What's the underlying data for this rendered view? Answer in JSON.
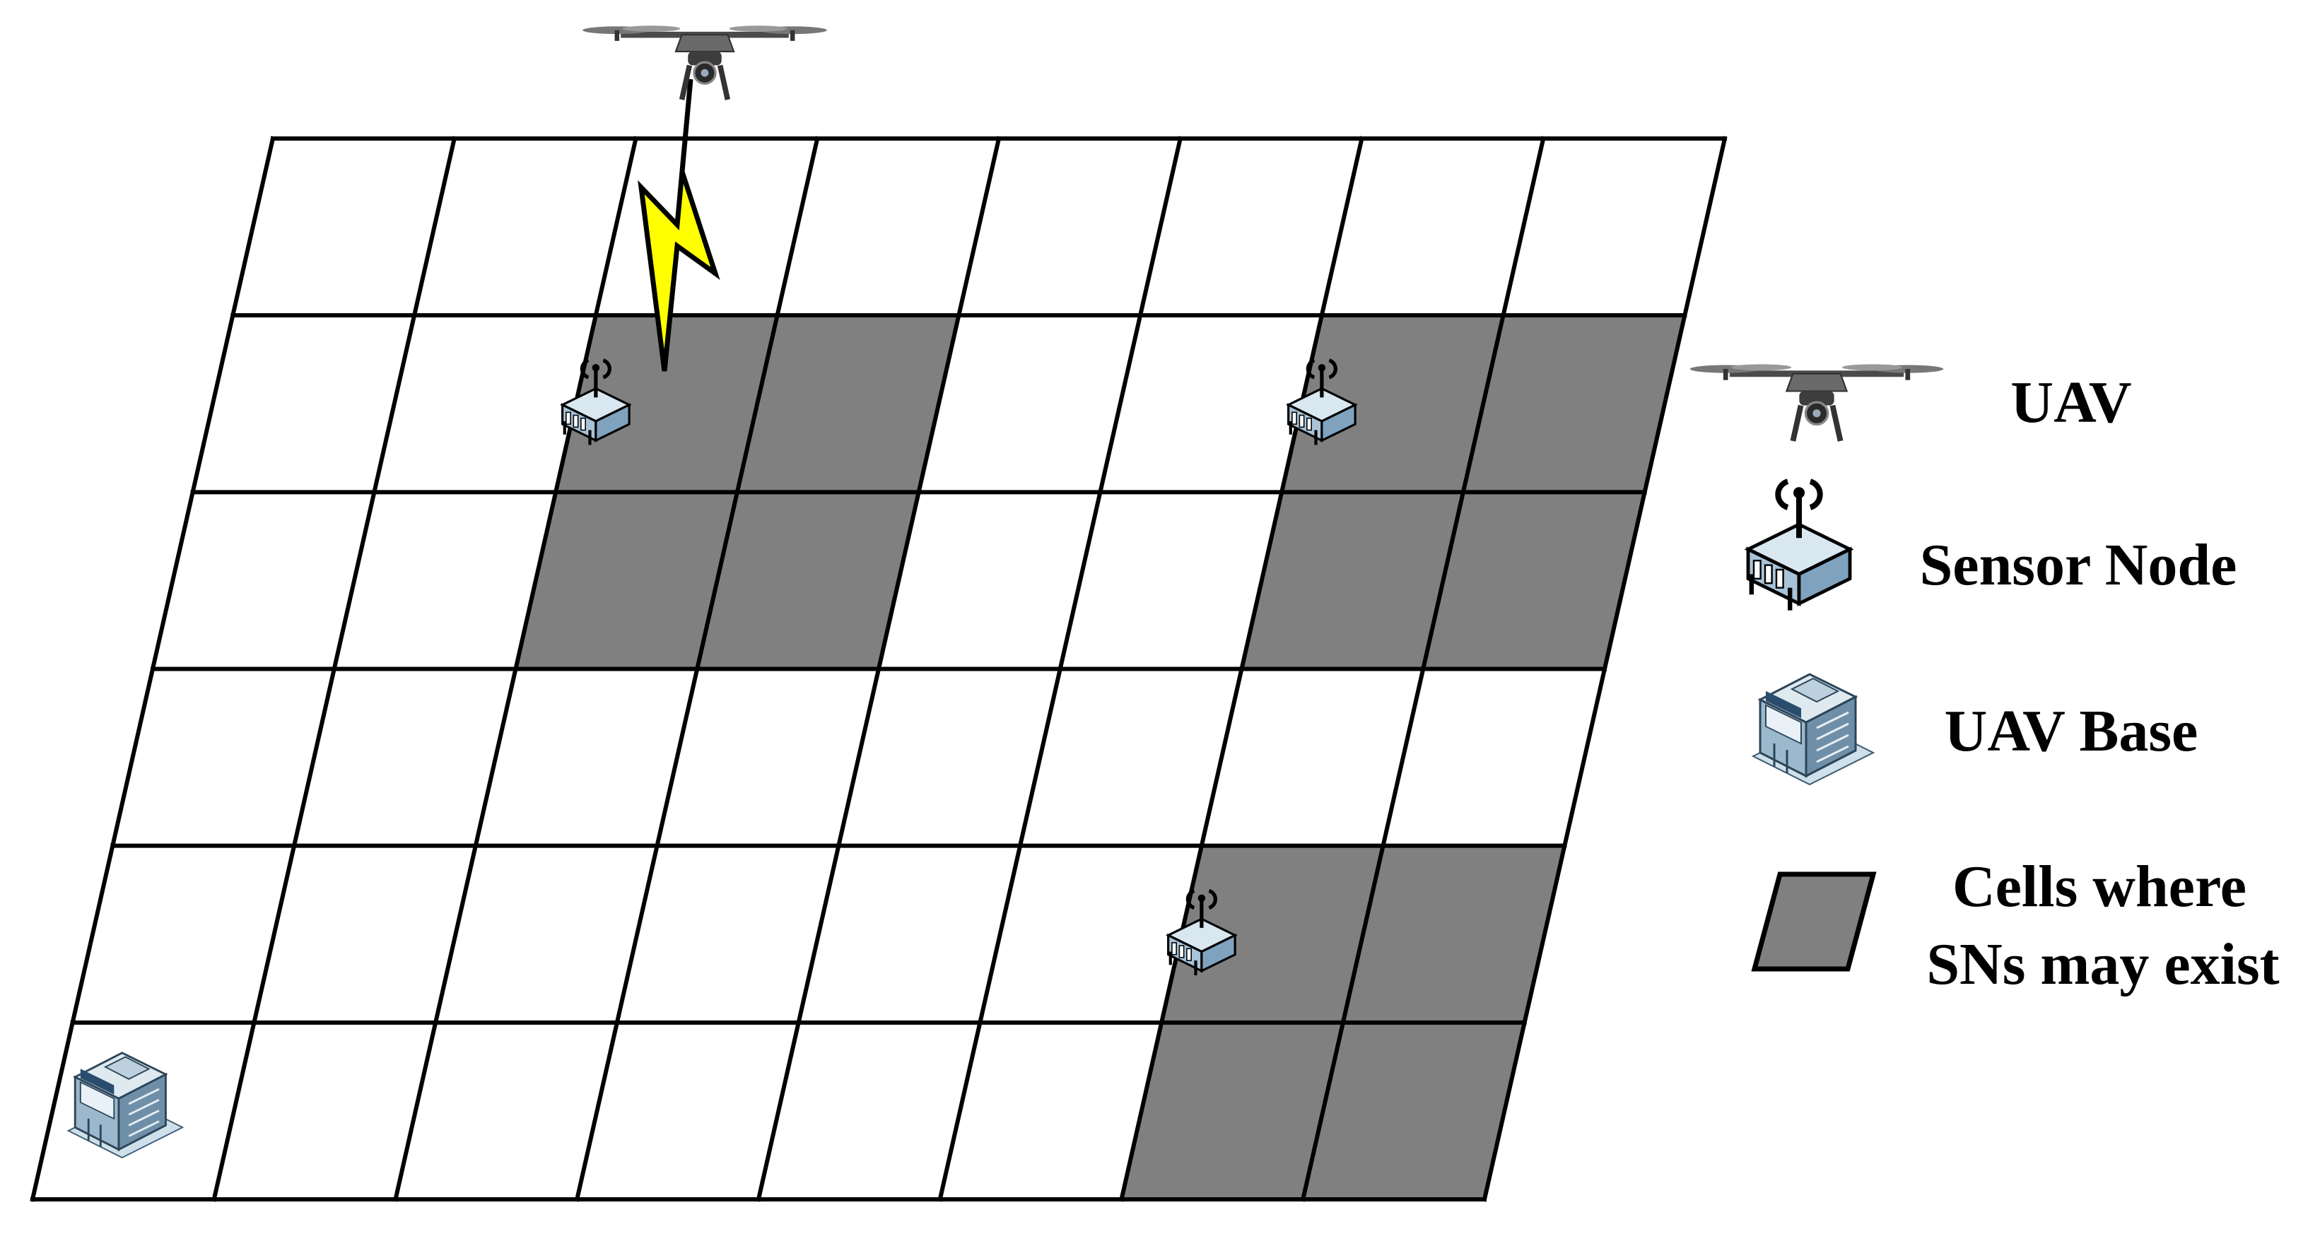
{
  "grid": {
    "rows": 6,
    "cols": 8,
    "shaded_cells": [
      [
        1,
        2
      ],
      [
        1,
        3
      ],
      [
        2,
        2
      ],
      [
        2,
        3
      ],
      [
        1,
        6
      ],
      [
        1,
        7
      ],
      [
        2,
        6
      ],
      [
        2,
        7
      ],
      [
        4,
        6
      ],
      [
        4,
        7
      ],
      [
        5,
        6
      ],
      [
        5,
        7
      ]
    ],
    "sensor_nodes": [
      [
        1,
        2
      ],
      [
        1,
        6
      ],
      [
        4,
        6
      ]
    ],
    "uav_base_cell": [
      5,
      0
    ],
    "link_target_cell": [
      1,
      2
    ]
  },
  "colors": {
    "shaded": "#808080",
    "grid_line": "#000000",
    "background": "#ffffff",
    "link": "#ffff00"
  },
  "legend": {
    "uav": {
      "label": "UAV",
      "icon": "drone-icon"
    },
    "sensor_node": {
      "label": "Sensor Node",
      "icon": "sensor-node-icon"
    },
    "uav_base": {
      "label": "UAV Base",
      "icon": "building-icon"
    },
    "cells": {
      "label_line1": "Cells where",
      "label_line2": "SNs may exist",
      "icon": "shaded-cell-icon"
    }
  }
}
